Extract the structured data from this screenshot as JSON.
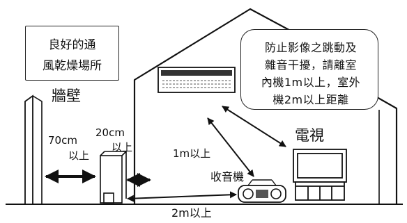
{
  "ventilation_note": {
    "line1": "良好的通",
    "line2": "風乾燥場所"
  },
  "warning_note": {
    "line1": "防止影像之跳動及",
    "line2": "雜音干擾，請離室",
    "line3": "內機1m以上，室外",
    "line4": "機2m以上距離"
  },
  "wall_label": "牆壁",
  "tv_label": "電視",
  "radio_label": "收音機",
  "clearances": {
    "wall_distance_value": "70cm",
    "wall_distance_suffix": "以上",
    "side_distance_value": "20cm",
    "side_distance_suffix": "以上",
    "indoor_unit_distance": "1m以上",
    "outdoor_unit_distance": "2m以上"
  }
}
